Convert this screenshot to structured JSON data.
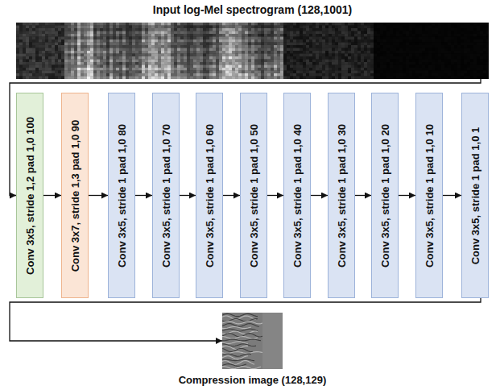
{
  "diagram": {
    "nodes": [
      {
        "text": [
          "Input log-Mel spectrogram (128,1001)"
        ]
      },
      {
        "text": [
          "Conv 3x5, stride 1,2 pad 1,0 100"
        ]
      },
      {
        "text": [
          "Conv 3x7, stride 1,3 pad 1,0 90"
        ]
      },
      {
        "text": [
          "Conv 3x5, stride 1 pad 1,0 80"
        ]
      },
      {
        "text": [
          "Conv 3x5, stride 1 pad 1,0 70"
        ]
      },
      {
        "text": [
          "Conv 3x5, stride 1 pad 1,0 60"
        ]
      },
      {
        "text": [
          "Conv 3x5, stride 1 pad 1,0 50"
        ]
      },
      {
        "text": [
          "Conv 3x5, stride 1 pad 1,0 40"
        ]
      },
      {
        "text": [
          "Conv 3x5, stride 1 pad 1,0 30"
        ]
      },
      {
        "text": [
          "Conv 3x5, stride 1 pad 1,0 20"
        ]
      },
      {
        "text": [
          "Conv 3x5, stride 1 pad 1,0 10"
        ]
      },
      {
        "text": [
          "Conv 3x5, stride 1 pad 1,0 1"
        ]
      },
      {
        "text": [
          "Compression image (128,129)"
        ]
      }
    ],
    "edges": [
      {
        "from": 0,
        "to": 1,
        "arrow": "to"
      },
      {
        "from": 1,
        "to": 2,
        "arrow": "to"
      },
      {
        "from": 2,
        "to": 3,
        "arrow": "to"
      },
      {
        "from": 3,
        "to": 4,
        "arrow": "to"
      },
      {
        "from": 4,
        "to": 5,
        "arrow": "to"
      },
      {
        "from": 5,
        "to": 6,
        "arrow": "to"
      },
      {
        "from": 6,
        "to": 7,
        "arrow": "to"
      },
      {
        "from": 7,
        "to": 8,
        "arrow": "to"
      },
      {
        "from": 8,
        "to": 9,
        "arrow": "to"
      },
      {
        "from": 9,
        "to": 10,
        "arrow": "to"
      },
      {
        "from": 10,
        "to": 11,
        "arrow": "to"
      },
      {
        "from": 11,
        "to": 12,
        "arrow": "to"
      }
    ]
  }
}
